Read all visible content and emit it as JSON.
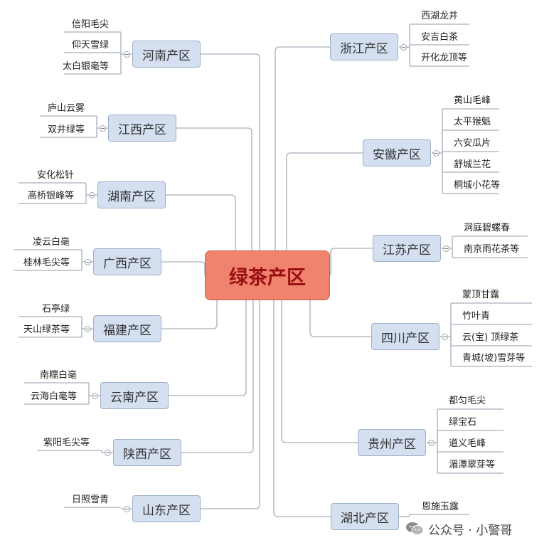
{
  "central": {
    "label": "绿茶产区"
  },
  "left_regions": [
    {
      "name": "河南产区",
      "teas": [
        "信阳毛尖",
        "仰天雪绿",
        "太白银毫等"
      ]
    },
    {
      "name": "江西产区",
      "teas": [
        "庐山云雾",
        "双井绿等"
      ]
    },
    {
      "name": "湖南产区",
      "teas": [
        "安化松针",
        "高桥银峰等"
      ]
    },
    {
      "name": "广西产区",
      "teas": [
        "凌云白毫",
        "桂林毛尖等"
      ]
    },
    {
      "name": "福建产区",
      "teas": [
        "石亭绿",
        "天山绿茶等"
      ]
    },
    {
      "name": "云南产区",
      "teas": [
        "南糯白毫",
        "云海白毫等"
      ]
    },
    {
      "name": "陕西产区",
      "teas": [
        "紫阳毛尖等"
      ]
    },
    {
      "name": "山东产区",
      "teas": [
        "日照雪青"
      ]
    }
  ],
  "right_regions": [
    {
      "name": "浙江产区",
      "teas": [
        "西湖龙井",
        "安吉白茶",
        "开化龙顶等"
      ]
    },
    {
      "name": "安徽产区",
      "teas": [
        "黄山毛峰",
        "太平猴魁",
        "六安瓜片",
        "舒城兰花",
        "桐城小花等"
      ]
    },
    {
      "name": "江苏产区",
      "teas": [
        "洞庭碧螺春",
        "南京雨花茶等"
      ]
    },
    {
      "name": "四川产区",
      "teas": [
        "蒙顶甘露",
        "竹叶青",
        "云(宝) 顶绿茶",
        "青城(坡)雪芽等"
      ]
    },
    {
      "name": "贵州产区",
      "teas": [
        "都匀毛尖",
        "绿宝石",
        "道义毛峰",
        "湄潭翠芽等"
      ]
    },
    {
      "name": "湖北产区",
      "teas": [
        "恩施玉露"
      ]
    }
  ],
  "watermark": {
    "text": "公众号 · 小警哥",
    "icon": "wechat-icon"
  },
  "colors": {
    "central_fill": "#f0836e",
    "central_text": "#9a0f12",
    "node_fill": "#d4dff0",
    "line": "#b6bec8"
  }
}
